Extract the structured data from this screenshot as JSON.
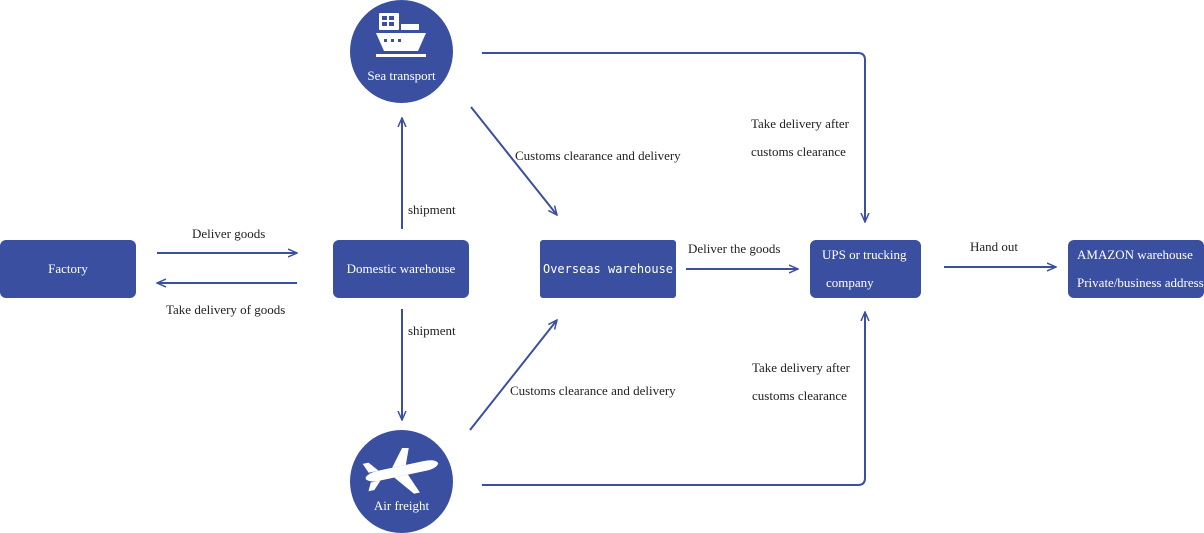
{
  "colors": {
    "node_fill": "#3b4fa1",
    "node_text": "#ffffff",
    "edge": "#3b4fa1",
    "label_text": "#222222"
  },
  "nodes": {
    "factory": "Factory",
    "domestic_warehouse": "Domestic warehouse",
    "overseas_warehouse": "Overseas warehouse",
    "ups_line1": "UPS or trucking",
    "ups_line2": "company",
    "amazon_line1": "AMAZON warehouse",
    "amazon_line2": "Private/business address",
    "sea_transport": "Sea transport",
    "air_freight": "Air freight"
  },
  "icons": {
    "sea_transport": "ship-icon",
    "air_freight": "airplane-icon"
  },
  "edges": {
    "deliver_goods": "Deliver goods",
    "take_delivery_of_goods": "Take delivery of goods",
    "shipment_up": "shipment",
    "shipment_down": "shipment",
    "customs_sea": "Customs clearance and delivery",
    "customs_air": "Customs clearance and delivery",
    "deliver_the_goods": "Deliver the goods",
    "take_delivery_after_top_line1": "Take delivery after",
    "take_delivery_after_top_line2": "customs clearance",
    "take_delivery_after_bottom_line1": "Take delivery after",
    "take_delivery_after_bottom_line2": "customs clearance",
    "hand_out": "Hand out"
  }
}
